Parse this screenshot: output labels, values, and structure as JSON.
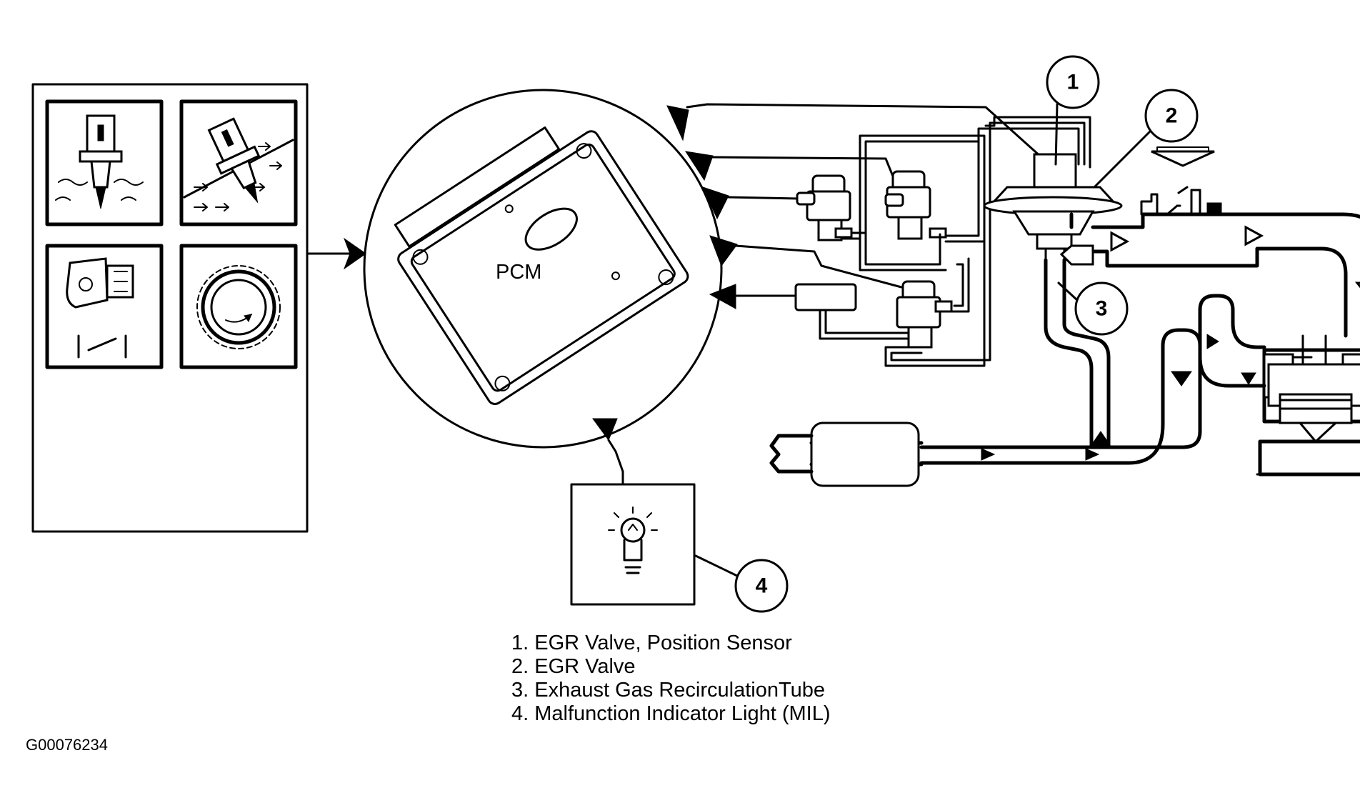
{
  "pcm_label": "PCM",
  "callouts": [
    "1",
    "2",
    "3",
    "4"
  ],
  "legend": [
    "1. EGR Valve, Position Sensor",
    "2. EGR Valve",
    "3. Exhaust Gas RecirculationTube",
    "4. Malfunction Indicator Light (MIL)"
  ],
  "figure_id": "G00076234"
}
